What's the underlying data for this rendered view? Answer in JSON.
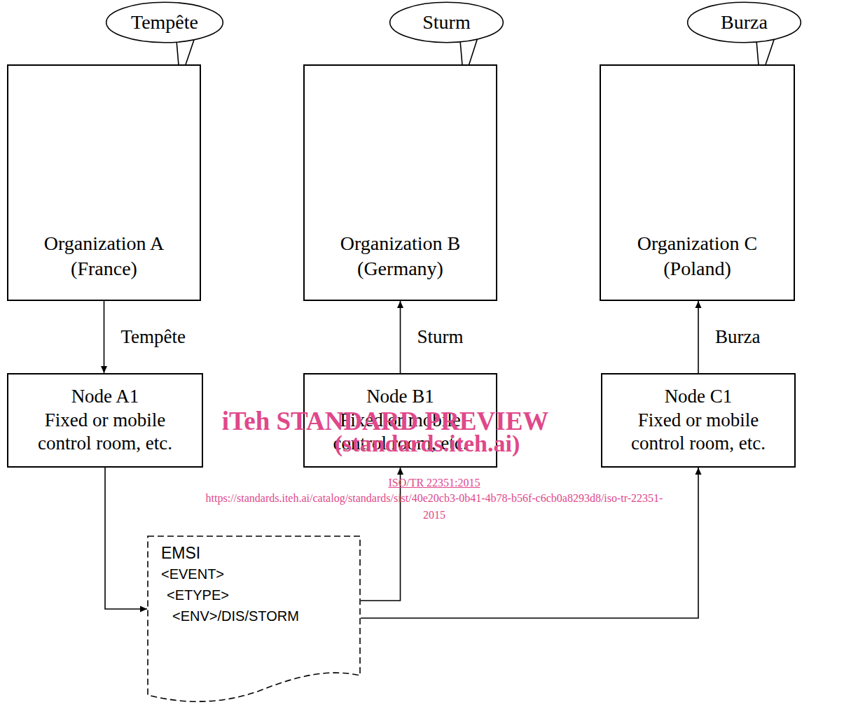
{
  "diagram": {
    "nodes": [
      {
        "text": [
          "Tempête"
        ]
      },
      {
        "text": [
          "Sturm"
        ]
      },
      {
        "text": [
          "Burza"
        ]
      },
      {
        "text": [
          "Organization A (France)"
        ]
      },
      {
        "text": [
          "Organization B (Germany)"
        ]
      },
      {
        "text": [
          "Organization C (Poland)"
        ]
      },
      {
        "text": [
          "Node A1",
          "Fixed or mobile control room, etc."
        ]
      },
      {
        "text": [
          "Node B1",
          "Fixed or mobile control room, etc."
        ]
      },
      {
        "text": [
          "Node C1",
          "Fixed or mobile control room, etc."
        ]
      },
      {
        "text": [
          "EMSI",
          "<EVENT>",
          "<ETYPE>",
          "<ENV>/DIS/STORM"
        ]
      }
    ],
    "edges": [
      {
        "from": 3,
        "to": 6,
        "label": "Tempête",
        "arrow": "to"
      },
      {
        "from": 7,
        "to": 4,
        "label": "Sturm",
        "arrow": "to"
      },
      {
        "from": 8,
        "to": 5,
        "label": "Burza",
        "arrow": "to"
      },
      {
        "from": 6,
        "to": 9,
        "arrow": "to"
      },
      {
        "from": 9,
        "to": 7,
        "arrow": "to"
      },
      {
        "from": 9,
        "to": 8,
        "arrow": "to"
      }
    ],
    "labels": [
      "iTeh STANDARD PREVIEW",
      "(standards.iteh.ai)",
      "ISO/TR 22351:2015",
      "https://standards.iteh.ai/catalog/standards/sist/40e20cb3-0b41-4b78-b56f-c6cb0a8293d8/iso-tr-22351-2015"
    ]
  }
}
